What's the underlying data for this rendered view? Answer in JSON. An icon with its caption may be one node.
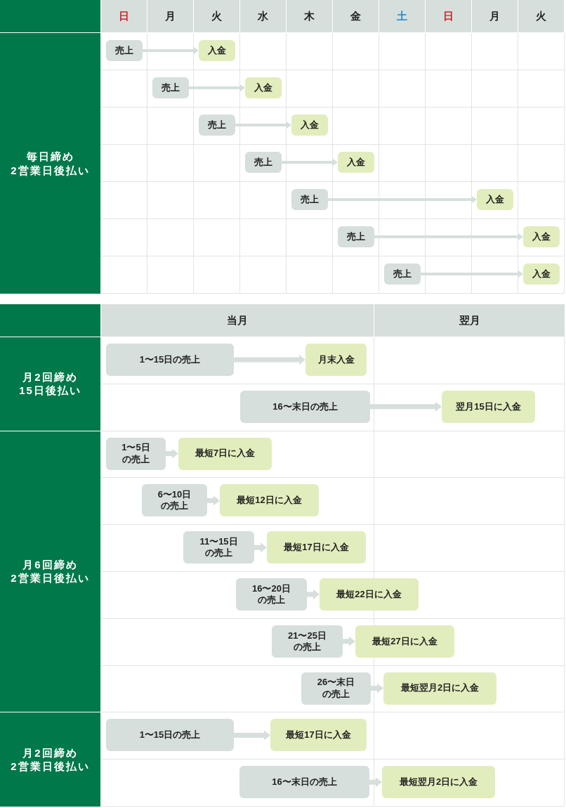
{
  "diagram": {
    "nodes": [
      {
        "text": [
          "毎日締め2営業日後払い"
        ]
      },
      {
        "text": [
          "売上"
        ]
      },
      {
        "text": [
          "入金"
        ]
      },
      {
        "text": [
          "売上"
        ]
      },
      {
        "text": [
          "入金"
        ]
      },
      {
        "text": [
          "売上"
        ]
      },
      {
        "text": [
          "入金"
        ]
      },
      {
        "text": [
          "売上"
        ]
      },
      {
        "text": [
          "入金"
        ]
      },
      {
        "text": [
          "売上"
        ]
      },
      {
        "text": [
          "入金"
        ]
      },
      {
        "text": [
          "売上"
        ]
      },
      {
        "text": [
          "入金"
        ]
      },
      {
        "text": [
          "売上"
        ]
      },
      {
        "text": [
          "入金"
        ]
      },
      {
        "text": [
          "月2回締め15日後払い"
        ]
      },
      {
        "text": [
          "1〜15日の売上"
        ]
      },
      {
        "text": [
          "月末入金"
        ]
      },
      {
        "text": [
          "16〜末日の売上"
        ]
      },
      {
        "text": [
          "翌月15日に入金"
        ]
      },
      {
        "text": [
          "月6回締め2営業日後払い"
        ]
      },
      {
        "text": [
          "1〜5日の売上"
        ]
      },
      {
        "text": [
          "最短7日に入金"
        ]
      },
      {
        "text": [
          "6〜10日の売上"
        ]
      },
      {
        "text": [
          "最短12日に入金"
        ]
      },
      {
        "text": [
          "11〜15日の売上"
        ]
      },
      {
        "text": [
          "最短17日に入金"
        ]
      },
      {
        "text": [
          "16〜20日の売上"
        ]
      },
      {
        "text": [
          "最短22日に入金"
        ]
      },
      {
        "text": [
          "21〜25日の売上"
        ]
      },
      {
        "text": [
          "最短27日に入金"
        ]
      },
      {
        "text": [
          "26〜末日の売上"
        ]
      },
      {
        "text": [
          "最短翌月2日に入金"
        ]
      },
      {
        "text": [
          "月2回締め2営業日後払い"
        ]
      },
      {
        "text": [
          "1〜15日の売上"
        ]
      },
      {
        "text": [
          "最短17日に入金"
        ]
      },
      {
        "text": [
          "16〜末日の売上"
        ]
      },
      {
        "text": [
          "最短翌月2日に入金"
        ]
      }
    ],
    "edges": [
      {
        "from": 1,
        "to": 2,
        "arrow": "to"
      },
      {
        "from": 3,
        "to": 4,
        "arrow": "to"
      },
      {
        "from": 5,
        "to": 6,
        "arrow": "to"
      },
      {
        "from": 7,
        "to": 8,
        "arrow": "to"
      },
      {
        "from": 9,
        "to": 10,
        "arrow": "to"
      },
      {
        "from": 11,
        "to": 12,
        "arrow": "to"
      },
      {
        "from": 13,
        "to": 14,
        "arrow": "to"
      },
      {
        "from": 16,
        "to": 17,
        "arrow": "to"
      },
      {
        "from": 18,
        "to": 19,
        "arrow": "to"
      },
      {
        "from": 21,
        "to": 22,
        "arrow": "to"
      },
      {
        "from": 23,
        "to": 24,
        "arrow": "to"
      },
      {
        "from": 25,
        "to": 26,
        "arrow": "to"
      },
      {
        "from": 27,
        "to": 28,
        "arrow": "to"
      },
      {
        "from": 29,
        "to": 30,
        "arrow": "to"
      },
      {
        "from": 31,
        "to": 32,
        "arrow": "to"
      },
      {
        "from": 34,
        "to": 35,
        "arrow": "to"
      },
      {
        "from": 36,
        "to": 37,
        "arrow": "to"
      }
    ],
    "labels": [
      "日",
      "月",
      "火",
      "水",
      "木",
      "金",
      "土",
      "日",
      "月",
      "火",
      "当月",
      "翌月"
    ]
  }
}
